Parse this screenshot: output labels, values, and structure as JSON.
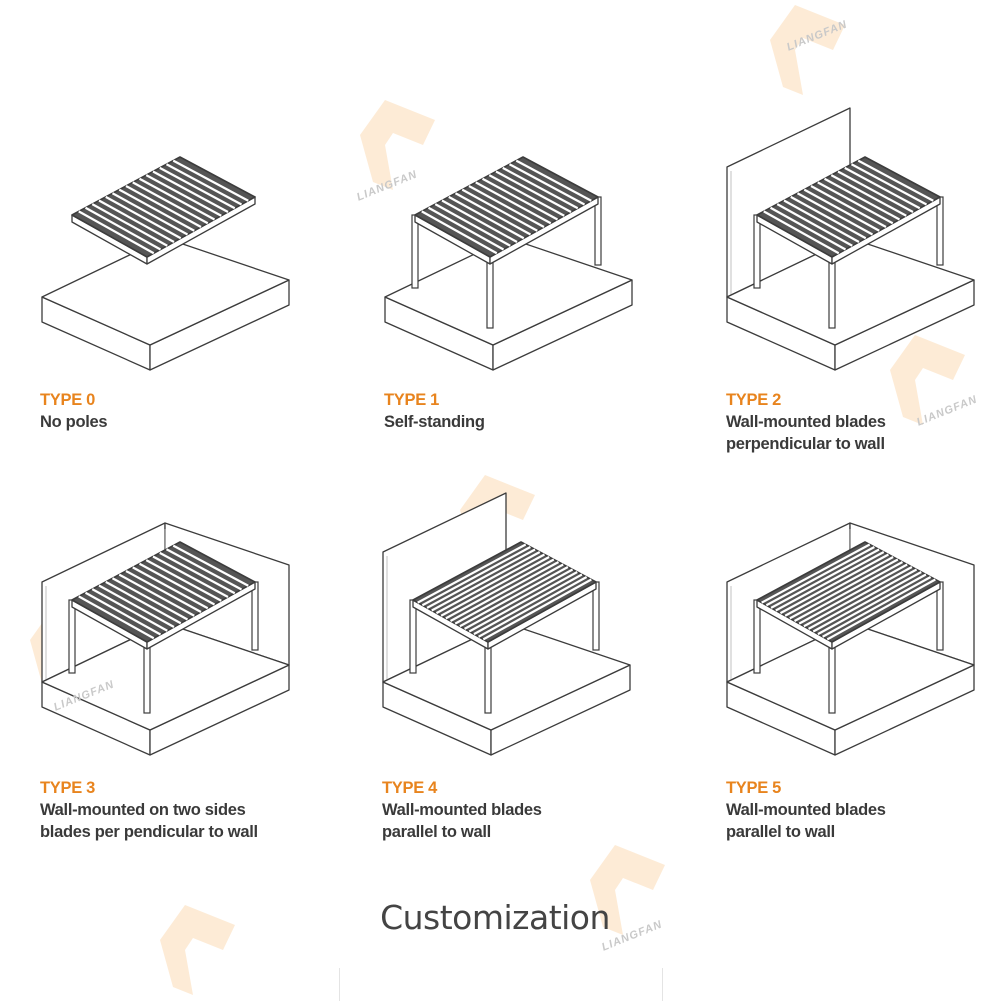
{
  "watermark_text": "LIANGFAN",
  "types": [
    {
      "title": "TYPE 0",
      "description": "No poles",
      "walls": "none",
      "poles": false,
      "blades": "perpendicular"
    },
    {
      "title": "TYPE 1",
      "description": "Self-standing",
      "walls": "none",
      "poles": true,
      "blades": "perpendicular"
    },
    {
      "title": "TYPE 2",
      "description": "Wall-mounted blades\nperpendicular to wall",
      "walls": "one",
      "poles": true,
      "blades": "perpendicular"
    },
    {
      "title": "TYPE 3",
      "description": "Wall-mounted on two sides\nblades per pendicular to wall",
      "walls": "two",
      "poles": true,
      "blades": "perpendicular"
    },
    {
      "title": "TYPE 4",
      "description": "Wall-mounted blades\nparallel to wall",
      "walls": "one",
      "poles": true,
      "blades": "parallel"
    },
    {
      "title": "TYPE 5",
      "description": "Wall-mounted blades\nparallel to wall",
      "walls": "two",
      "poles": true,
      "blades": "parallel"
    }
  ],
  "section_title": "Customization",
  "colors": {
    "accent": "#e8841e",
    "text": "#3a3a3a",
    "line": "#3c3c3c",
    "watermark": "#fde9d2"
  }
}
